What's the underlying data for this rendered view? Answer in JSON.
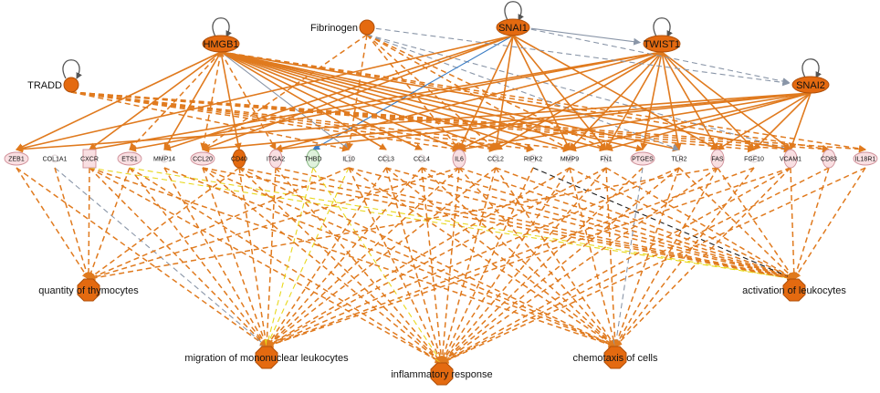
{
  "colors": {
    "regulator_fill": "#e46a10",
    "regulator_stroke": "#b0500a",
    "gene_fill": "#f9dfe2",
    "gene_stroke": "#cf8f98",
    "gene_green_fill": "#dff2dc",
    "gene_green_stroke": "#7fb07a",
    "edge_orange": "#e07a1e",
    "edge_yellow": "#e8d81c",
    "edge_blue": "#3a7cc4",
    "edge_gray": "#8a96a8",
    "edge_black": "#1a1a1a",
    "self_loop": "#555555"
  },
  "upstream_regulators": [
    {
      "id": "HMGB1",
      "label": "HMGB1",
      "shape": "ellipse",
      "self_loop": true
    },
    {
      "id": "Fibrinogen",
      "label": "Fibrinogen",
      "shape": "circle",
      "self_loop": false
    },
    {
      "id": "SNAI1",
      "label": "SNAI1",
      "shape": "ellipse",
      "self_loop": true
    },
    {
      "id": "TWIST1",
      "label": "TWIST1",
      "shape": "ellipse",
      "self_loop": true
    },
    {
      "id": "TRADD",
      "label": "TRADD",
      "shape": "circle",
      "self_loop": true
    },
    {
      "id": "SNAI2",
      "label": "SNAI2",
      "shape": "ellipse",
      "self_loop": true
    }
  ],
  "genes": [
    {
      "id": "ZEB1",
      "label": "ZEB1",
      "shape": "ellipse",
      "tone": "pink"
    },
    {
      "id": "COL1A1",
      "label": "COL1A1",
      "shape": "small",
      "tone": "none"
    },
    {
      "id": "CXCR4",
      "label": "CXCR",
      "shape": "rect",
      "tone": "pink"
    },
    {
      "id": "ETS1",
      "label": "ETS1",
      "shape": "ellipse",
      "tone": "pink"
    },
    {
      "id": "MMP14",
      "label": "MMP14",
      "shape": "small",
      "tone": "none"
    },
    {
      "id": "CCL20",
      "label": "CCL20",
      "shape": "ellipse",
      "tone": "pink"
    },
    {
      "id": "CD40",
      "label": "CD40",
      "shape": "oval-v",
      "tone": "orange"
    },
    {
      "id": "ITGA2",
      "label": "ITGA2",
      "shape": "oval-v",
      "tone": "pink"
    },
    {
      "id": "THBD",
      "label": "THBD",
      "shape": "oval-v",
      "tone": "green"
    },
    {
      "id": "IL10",
      "label": "IL10",
      "shape": "small",
      "tone": "none"
    },
    {
      "id": "CCL3",
      "label": "CCL3",
      "shape": "small",
      "tone": "none"
    },
    {
      "id": "CCL4",
      "label": "CCL4",
      "shape": "small",
      "tone": "none"
    },
    {
      "id": "IL6",
      "label": "IL6",
      "shape": "oval-v",
      "tone": "pink"
    },
    {
      "id": "CCL2",
      "label": "CCL2",
      "shape": "small",
      "tone": "none"
    },
    {
      "id": "RIPK2",
      "label": "RIPK2",
      "shape": "small",
      "tone": "none"
    },
    {
      "id": "MMP9",
      "label": "MMP9",
      "shape": "small",
      "tone": "none"
    },
    {
      "id": "FN1",
      "label": "FN1",
      "shape": "small",
      "tone": "none"
    },
    {
      "id": "PTGES",
      "label": "PTGES",
      "shape": "ellipse",
      "tone": "pink"
    },
    {
      "id": "TLR2",
      "label": "TLR2",
      "shape": "small",
      "tone": "none"
    },
    {
      "id": "FAS",
      "label": "FAS",
      "shape": "oval-v",
      "tone": "pink"
    },
    {
      "id": "FGF10",
      "label": "FGF10",
      "shape": "small",
      "tone": "none"
    },
    {
      "id": "VCAM1",
      "label": "VCAM1",
      "shape": "oval-v",
      "tone": "pink"
    },
    {
      "id": "CD83",
      "label": "CD83",
      "shape": "oval-v",
      "tone": "pink"
    },
    {
      "id": "IL18R1",
      "label": "IL18R1",
      "shape": "ellipse",
      "tone": "pink"
    }
  ],
  "functions": [
    {
      "id": "thymocytes",
      "label": "quantity of thymocytes"
    },
    {
      "id": "activation",
      "label": "activation of leukocytes"
    },
    {
      "id": "migration",
      "label": "migration of mononuclear leukocytes"
    },
    {
      "id": "inflammatory",
      "label": "inflammatory response"
    },
    {
      "id": "chemotaxis",
      "label": "chemotaxis of cells"
    }
  ],
  "edges": {
    "regulator_to_gene": [
      [
        "HMGB1",
        "ZEB1",
        "solid",
        "orange"
      ],
      [
        "HMGB1",
        "CXCR4",
        "solid",
        "orange"
      ],
      [
        "HMGB1",
        "ETS1",
        "dashed",
        "orange"
      ],
      [
        "HMGB1",
        "MMP14",
        "solid",
        "orange"
      ],
      [
        "HMGB1",
        "CCL20",
        "dashed",
        "orange"
      ],
      [
        "HMGB1",
        "CD40",
        "solid",
        "orange"
      ],
      [
        "HMGB1",
        "ITGA2",
        "dashed",
        "orange"
      ],
      [
        "HMGB1",
        "IL10",
        "solid",
        "gray"
      ],
      [
        "HMGB1",
        "CCL3",
        "solid",
        "orange"
      ],
      [
        "HMGB1",
        "CCL4",
        "solid",
        "orange"
      ],
      [
        "HMGB1",
        "IL6",
        "solid",
        "orange"
      ],
      [
        "HMGB1",
        "CCL2",
        "solid",
        "orange"
      ],
      [
        "HMGB1",
        "RIPK2",
        "solid",
        "orange"
      ],
      [
        "HMGB1",
        "MMP9",
        "solid",
        "orange"
      ],
      [
        "HMGB1",
        "FN1",
        "solid",
        "orange"
      ],
      [
        "HMGB1",
        "PTGES",
        "solid",
        "orange"
      ],
      [
        "HMGB1",
        "TLR2",
        "solid",
        "orange"
      ],
      [
        "HMGB1",
        "VCAM1",
        "solid",
        "orange"
      ],
      [
        "HMGB1",
        "CD83",
        "dashed",
        "orange"
      ],
      [
        "HMGB1",
        "IL18R1",
        "dashed",
        "orange"
      ],
      [
        "Fibrinogen",
        "CCL20",
        "dashed",
        "orange"
      ],
      [
        "Fibrinogen",
        "IL6",
        "dashed",
        "orange"
      ],
      [
        "Fibrinogen",
        "CCL2",
        "dashed",
        "orange"
      ],
      [
        "Fibrinogen",
        "MMP9",
        "dashed",
        "orange"
      ],
      [
        "Fibrinogen",
        "FN1",
        "dashed",
        "orange"
      ],
      [
        "Fibrinogen",
        "IL10",
        "dashed",
        "orange"
      ],
      [
        "Fibrinogen",
        "TLR2",
        "dashed",
        "gray"
      ],
      [
        "Fibrinogen",
        "VCAM1",
        "dashed",
        "gray"
      ],
      [
        "SNAI1",
        "MMP14",
        "solid",
        "orange"
      ],
      [
        "SNAI1",
        "THBD",
        "solid",
        "blue"
      ],
      [
        "SNAI1",
        "IL6",
        "solid",
        "orange"
      ],
      [
        "SNAI1",
        "MMP9",
        "solid",
        "orange"
      ],
      [
        "SNAI1",
        "FN1",
        "solid",
        "orange"
      ],
      [
        "SNAI1",
        "CCL2",
        "solid",
        "orange"
      ],
      [
        "SNAI1",
        "CCL20",
        "solid",
        "orange"
      ],
      [
        "SNAI1",
        "ZEB1",
        "solid",
        "orange"
      ],
      [
        "SNAI1",
        "FAS",
        "solid",
        "orange"
      ],
      [
        "TWIST1",
        "ITGA2",
        "solid",
        "orange"
      ],
      [
        "TWIST1",
        "IL6",
        "solid",
        "orange"
      ],
      [
        "TWIST1",
        "MMP9",
        "solid",
        "orange"
      ],
      [
        "TWIST1",
        "FN1",
        "solid",
        "orange"
      ],
      [
        "TWIST1",
        "PTGES",
        "solid",
        "orange"
      ],
      [
        "TWIST1",
        "TLR2",
        "solid",
        "orange"
      ],
      [
        "TWIST1",
        "FAS",
        "solid",
        "orange"
      ],
      [
        "TWIST1",
        "VCAM1",
        "solid",
        "orange"
      ],
      [
        "TWIST1",
        "CCL2",
        "solid",
        "orange"
      ],
      [
        "TWIST1",
        "CXCR4",
        "solid",
        "orange"
      ],
      [
        "TWIST1",
        "ETS1",
        "solid",
        "orange"
      ],
      [
        "TWIST1",
        "FGF10",
        "solid",
        "orange"
      ],
      [
        "TRADD",
        "CCL2",
        "dashed",
        "orange"
      ],
      [
        "TRADD",
        "RIPK2",
        "dashed",
        "orange"
      ],
      [
        "TRADD",
        "MMP9",
        "dashed",
        "orange"
      ],
      [
        "TRADD",
        "IL6",
        "dashed",
        "orange"
      ],
      [
        "TRADD",
        "VCAM1",
        "dashed",
        "orange"
      ],
      [
        "TRADD",
        "CD83",
        "dashed",
        "orange"
      ],
      [
        "TRADD",
        "IL18R1",
        "dashed",
        "orange"
      ],
      [
        "TRADD",
        "FGF10",
        "dashed",
        "orange"
      ],
      [
        "TRADD",
        "IL10",
        "dashed",
        "orange"
      ],
      [
        "SNAI2",
        "ZEB1",
        "solid",
        "orange"
      ],
      [
        "SNAI2",
        "CCL20",
        "solid",
        "orange"
      ],
      [
        "SNAI2",
        "ITGA2",
        "solid",
        "orange"
      ],
      [
        "SNAI2",
        "IL6",
        "solid",
        "orange"
      ],
      [
        "SNAI2",
        "FN1",
        "solid",
        "orange"
      ],
      [
        "SNAI2",
        "MMP9",
        "solid",
        "orange"
      ],
      [
        "SNAI2",
        "FAS",
        "solid",
        "orange"
      ],
      [
        "SNAI2",
        "VCAM1",
        "solid",
        "orange"
      ],
      [
        "SNAI2",
        "FGF10",
        "solid",
        "orange"
      ]
    ],
    "regulator_to_regulator": [
      [
        "SNAI1",
        "TWIST1",
        "solid",
        "gray"
      ],
      [
        "SNAI1",
        "SNAI2",
        "dashed",
        "gray"
      ],
      [
        "Fibrinogen",
        "SNAI2",
        "dashed",
        "gray"
      ]
    ],
    "gene_to_function": [
      [
        "ZEB1",
        "thymocytes",
        "dashed",
        "orange"
      ],
      [
        "ZEB1",
        "migration",
        "dashed",
        "orange"
      ],
      [
        "COL1A1",
        "migration",
        "dashed",
        "gray"
      ],
      [
        "COL1A1",
        "thymocytes",
        "dashed",
        "orange"
      ],
      [
        "CXCR4",
        "thymocytes",
        "dashed",
        "orange"
      ],
      [
        "CXCR4",
        "migration",
        "dashed",
        "orange"
      ],
      [
        "CXCR4",
        "inflammatory",
        "dashed",
        "orange"
      ],
      [
        "CXCR4",
        "chemotaxis",
        "dashed",
        "orange"
      ],
      [
        "CXCR4",
        "activation",
        "dashed",
        "yellow"
      ],
      [
        "ETS1",
        "thymocytes",
        "dashed",
        "orange"
      ],
      [
        "ETS1",
        "migration",
        "dashed",
        "orange"
      ],
      [
        "ETS1",
        "inflammatory",
        "dashed",
        "orange"
      ],
      [
        "ETS1",
        "activation",
        "dashed",
        "yellow"
      ],
      [
        "MMP14",
        "migration",
        "dashed",
        "orange"
      ],
      [
        "MMP14",
        "chemotaxis",
        "dashed",
        "orange"
      ],
      [
        "CCL20",
        "migration",
        "dashed",
        "orange"
      ],
      [
        "CCL20",
        "inflammatory",
        "dashed",
        "orange"
      ],
      [
        "CCL20",
        "chemotaxis",
        "dashed",
        "orange"
      ],
      [
        "CCL20",
        "activation",
        "dashed",
        "orange"
      ],
      [
        "CD40",
        "thymocytes",
        "dashed",
        "orange"
      ],
      [
        "CD40",
        "migration",
        "dashed",
        "orange"
      ],
      [
        "CD40",
        "inflammatory",
        "dashed",
        "orange"
      ],
      [
        "CD40",
        "chemotaxis",
        "dashed",
        "orange"
      ],
      [
        "CD40",
        "activation",
        "dashed",
        "orange"
      ],
      [
        "ITGA2",
        "migration",
        "dashed",
        "orange"
      ],
      [
        "ITGA2",
        "inflammatory",
        "dashed",
        "orange"
      ],
      [
        "ITGA2",
        "activation",
        "dashed",
        "orange"
      ],
      [
        "THBD",
        "inflammatory",
        "dashed",
        "yellow"
      ],
      [
        "THBD",
        "migration",
        "dashed",
        "yellow"
      ],
      [
        "IL10",
        "thymocytes",
        "dashed",
        "orange"
      ],
      [
        "IL10",
        "migration",
        "dashed",
        "yellow"
      ],
      [
        "IL10",
        "inflammatory",
        "dashed",
        "orange"
      ],
      [
        "IL10",
        "chemotaxis",
        "dashed",
        "orange"
      ],
      [
        "IL10",
        "activation",
        "dashed",
        "orange"
      ],
      [
        "CCL3",
        "migration",
        "dashed",
        "orange"
      ],
      [
        "CCL3",
        "inflammatory",
        "dashed",
        "orange"
      ],
      [
        "CCL3",
        "chemotaxis",
        "dashed",
        "orange"
      ],
      [
        "CCL3",
        "activation",
        "dashed",
        "orange"
      ],
      [
        "CCL4",
        "migration",
        "dashed",
        "orange"
      ],
      [
        "CCL4",
        "inflammatory",
        "dashed",
        "orange"
      ],
      [
        "CCL4",
        "chemotaxis",
        "dashed",
        "orange"
      ],
      [
        "CCL4",
        "activation",
        "dashed",
        "orange"
      ],
      [
        "IL6",
        "thymocytes",
        "dashed",
        "orange"
      ],
      [
        "IL6",
        "migration",
        "dashed",
        "orange"
      ],
      [
        "IL6",
        "inflammatory",
        "dashed",
        "orange"
      ],
      [
        "IL6",
        "chemotaxis",
        "dashed",
        "orange"
      ],
      [
        "IL6",
        "activation",
        "dashed",
        "orange"
      ],
      [
        "CCL2",
        "migration",
        "dashed",
        "orange"
      ],
      [
        "CCL2",
        "inflammatory",
        "dashed",
        "orange"
      ],
      [
        "CCL2",
        "chemotaxis",
        "dashed",
        "orange"
      ],
      [
        "CCL2",
        "activation",
        "dashed",
        "orange"
      ],
      [
        "RIPK2",
        "activation",
        "dashed",
        "black"
      ],
      [
        "RIPK2",
        "inflammatory",
        "dashed",
        "orange"
      ],
      [
        "MMP9",
        "migration",
        "dashed",
        "orange"
      ],
      [
        "MMP9",
        "inflammatory",
        "dashed",
        "orange"
      ],
      [
        "MMP9",
        "chemotaxis",
        "dashed",
        "orange"
      ],
      [
        "MMP9",
        "activation",
        "dashed",
        "orange"
      ],
      [
        "FN1",
        "migration",
        "dashed",
        "orange"
      ],
      [
        "FN1",
        "inflammatory",
        "dashed",
        "orange"
      ],
      [
        "FN1",
        "chemotaxis",
        "dashed",
        "orange"
      ],
      [
        "FN1",
        "activation",
        "dashed",
        "orange"
      ],
      [
        "PTGES",
        "inflammatory",
        "dashed",
        "orange"
      ],
      [
        "PTGES",
        "chemotaxis",
        "dashed",
        "gray"
      ],
      [
        "TLR2",
        "migration",
        "dashed",
        "orange"
      ],
      [
        "TLR2",
        "inflammatory",
        "dashed",
        "orange"
      ],
      [
        "TLR2",
        "chemotaxis",
        "dashed",
        "orange"
      ],
      [
        "TLR2",
        "activation",
        "dashed",
        "orange"
      ],
      [
        "FAS",
        "thymocytes",
        "dashed",
        "orange"
      ],
      [
        "FAS",
        "inflammatory",
        "dashed",
        "orange"
      ],
      [
        "FAS",
        "chemotaxis",
        "dashed",
        "orange"
      ],
      [
        "FAS",
        "activation",
        "dashed",
        "orange"
      ],
      [
        "FGF10",
        "migration",
        "dashed",
        "orange"
      ],
      [
        "FGF10",
        "chemotaxis",
        "dashed",
        "orange"
      ],
      [
        "VCAM1",
        "migration",
        "dashed",
        "orange"
      ],
      [
        "VCAM1",
        "inflammatory",
        "dashed",
        "orange"
      ],
      [
        "VCAM1",
        "chemotaxis",
        "dashed",
        "orange"
      ],
      [
        "VCAM1",
        "activation",
        "dashed",
        "orange"
      ],
      [
        "CD83",
        "activation",
        "dashed",
        "orange"
      ],
      [
        "CD83",
        "inflammatory",
        "dashed",
        "orange"
      ],
      [
        "IL18R1",
        "activation",
        "dashed",
        "orange"
      ],
      [
        "IL18R1",
        "inflammatory",
        "dashed",
        "orange"
      ]
    ]
  }
}
